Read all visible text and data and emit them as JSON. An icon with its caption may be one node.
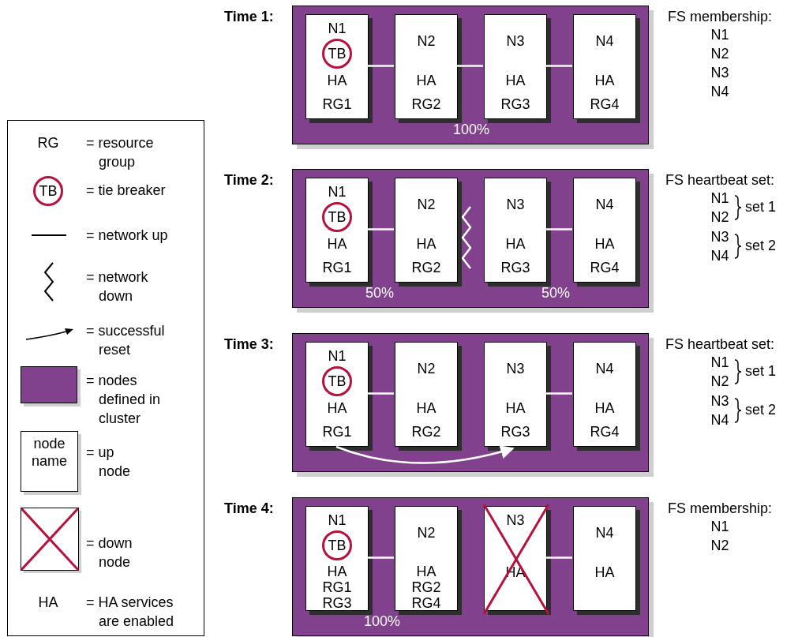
{
  "diagram": {
    "nodes": [
      {
        "text": [
          "Time 1:",
          "100%"
        ]
      },
      {
        "text": [
          "N1",
          "HA",
          "RG1"
        ],
        "in": 0
      },
      {
        "text": [
          "TB"
        ],
        "in": 1
      },
      {
        "text": [
          "N2",
          "HA",
          "RG2"
        ],
        "in": 0
      },
      {
        "text": [
          "N3",
          "HA",
          "RG3"
        ],
        "in": 0
      },
      {
        "text": [
          "N4",
          "HA",
          "RG4"
        ],
        "in": 0
      },
      {
        "text": [
          "Time 2:",
          "50%",
          "50%"
        ]
      },
      {
        "text": [
          "N1",
          "HA",
          "RG1"
        ],
        "in": 6
      },
      {
        "text": [
          "TB"
        ],
        "in": 7
      },
      {
        "text": [
          "N2",
          "HA",
          "RG2"
        ],
        "in": 6
      },
      {
        "text": [
          "N3",
          "HA",
          "RG3"
        ],
        "in": 6
      },
      {
        "text": [
          "N4",
          "HA",
          "RG4"
        ],
        "in": 6
      },
      {
        "text": [
          "Time 3:"
        ]
      },
      {
        "text": [
          "N1",
          "HA",
          "RG1"
        ],
        "in": 12
      },
      {
        "text": [
          "TB"
        ],
        "in": 13
      },
      {
        "text": [
          "N2",
          "HA",
          "RG2"
        ],
        "in": 12
      },
      {
        "text": [
          "N3",
          "HA",
          "RG3"
        ],
        "in": 12
      },
      {
        "text": [
          "N4",
          "HA",
          "RG4"
        ],
        "in": 12
      },
      {
        "text": [
          "Time 4:",
          "100%"
        ]
      },
      {
        "text": [
          "N1",
          "HA",
          "RG1",
          "RG3"
        ],
        "in": 18
      },
      {
        "text": [
          "TB"
        ],
        "in": 19
      },
      {
        "text": [
          "N2",
          "HA",
          "RG2",
          "RG4"
        ],
        "in": 18
      },
      {
        "text": [
          "N3",
          "HA"
        ],
        "in": 18
      },
      {
        "text": [],
        "shape": "cross",
        "in": 22
      },
      {
        "text": [
          "N4",
          "HA"
        ],
        "in": 18
      },
      {
        "text": [
          "TB"
        ]
      }
    ],
    "edges": [
      {
        "from": 1,
        "to": 3,
        "arrow": "none"
      },
      {
        "from": 3,
        "to": 4,
        "arrow": "none"
      },
      {
        "from": 4,
        "to": 5,
        "arrow": "none"
      },
      {
        "from": 7,
        "to": 9,
        "arrow": "none"
      },
      {
        "from": 10,
        "to": 11,
        "arrow": "none"
      },
      {
        "from": 13,
        "to": 15,
        "arrow": "none"
      },
      {
        "from": 16,
        "to": 17,
        "arrow": "none"
      },
      {
        "from": 13,
        "to": 16,
        "arrow": "to"
      },
      {
        "from": 19,
        "to": 21,
        "arrow": "none"
      },
      {
        "from": 22,
        "to": 24,
        "arrow": "none"
      }
    ],
    "labels": [
      "RG",
      "node name",
      "HA",
      "FS membership:",
      "N1",
      "N2",
      "N3",
      "N4",
      "FS heartbeat set:",
      "N1",
      "N2",
      "set 1",
      "N3",
      "N4",
      "set 2",
      "FS heartbeat set:",
      "N1",
      "N2",
      "set 1",
      "N3",
      "N4",
      "set 2",
      "FS membership:",
      "N1",
      "N2"
    ],
    "legend": [
      {
        "text": "= resource group"
      },
      {
        "text": "= tie breaker"
      },
      {
        "text": "= network up"
      },
      {
        "text": "= network down"
      },
      {
        "text": "= successful reset"
      },
      {
        "text": "= nodes defined in cluster",
        "color": "#82418c"
      },
      {
        "text": "= up node"
      },
      {
        "text": "= down node"
      },
      {
        "text": "= HA services are enabled"
      }
    ]
  }
}
